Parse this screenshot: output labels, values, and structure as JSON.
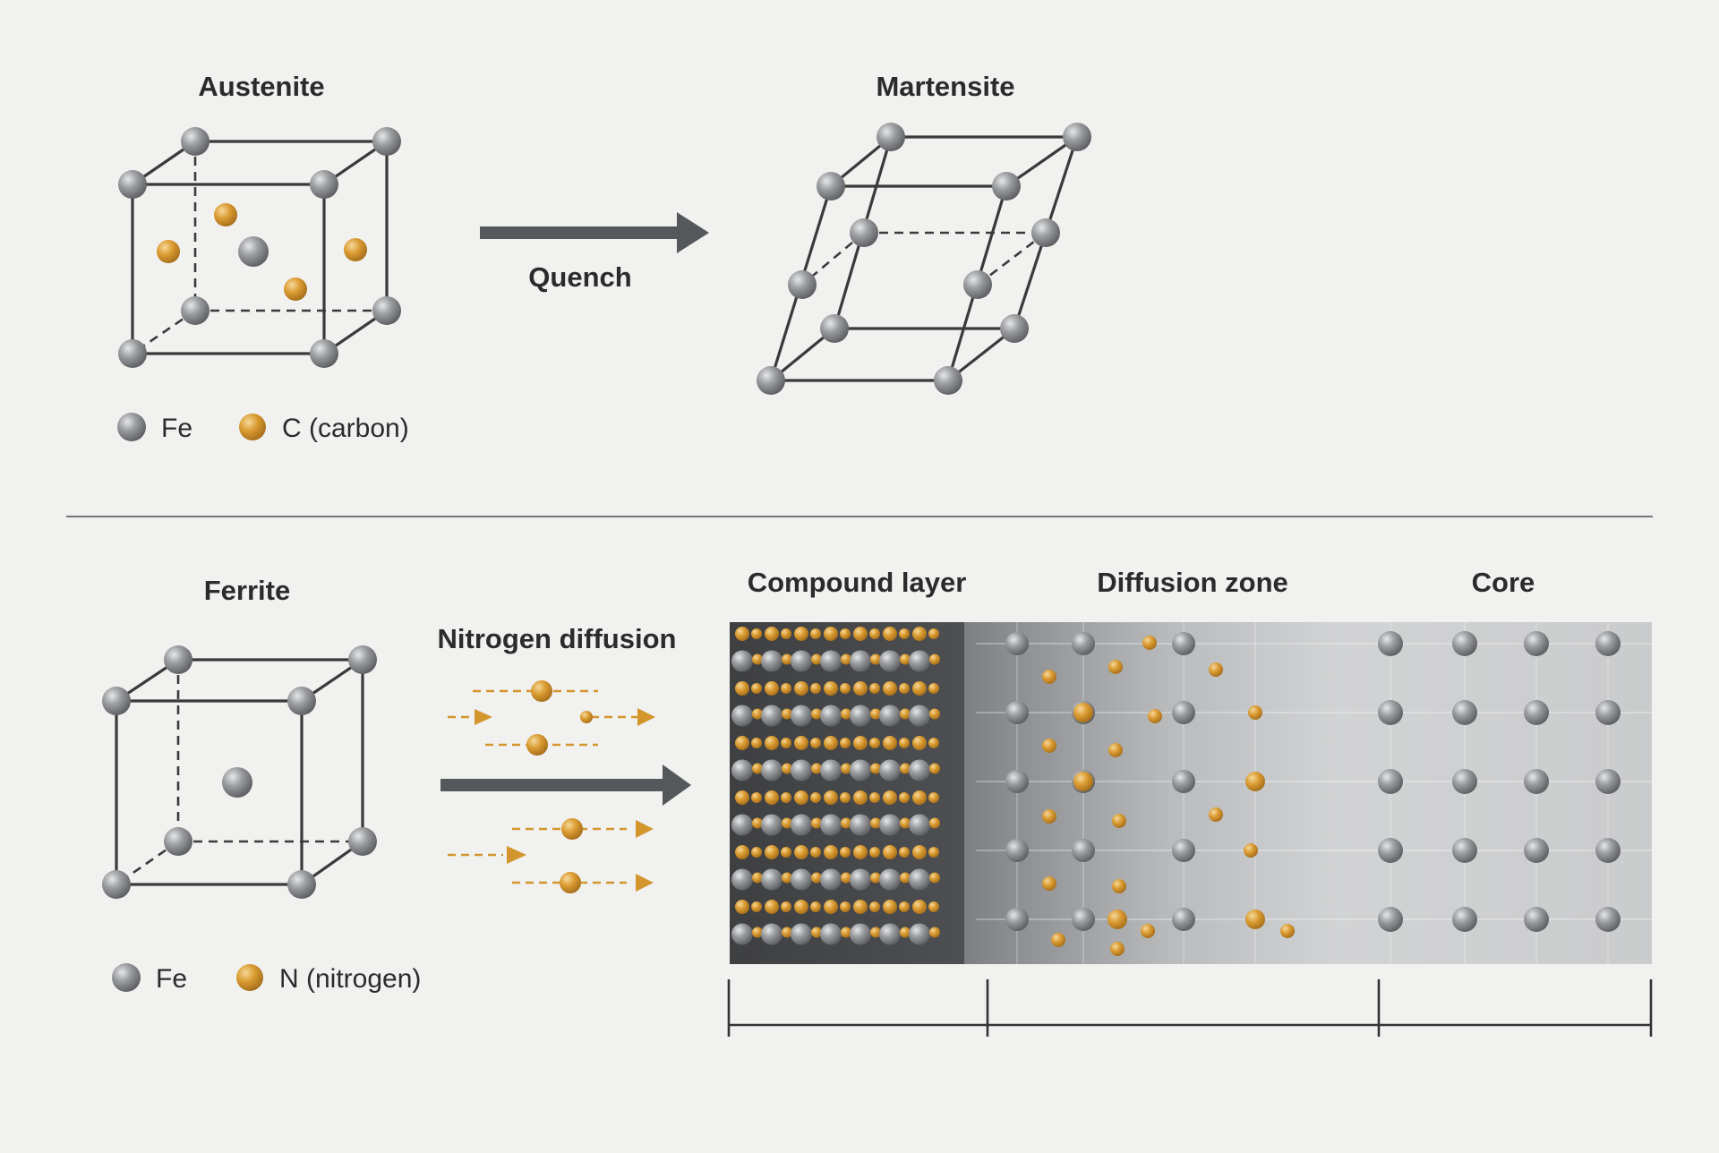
{
  "top": {
    "austenite_title": "Austenite",
    "quench_label": "Quench",
    "martensite_title": "Martensite",
    "legend": [
      {
        "symbol": "fe-atom",
        "label": "Fe"
      },
      {
        "symbol": "carbon-atom",
        "label": "C (carbon)"
      }
    ]
  },
  "bottom": {
    "ferrite_title": "Ferrite",
    "diffusion_label": "Nitrogen diffusion",
    "zones": [
      {
        "label": "Compound layer"
      },
      {
        "label": "Diffusion zone"
      },
      {
        "label": "Core"
      }
    ],
    "legend": [
      {
        "symbol": "fe-atom",
        "label": "Fe"
      },
      {
        "symbol": "nitrogen-atom",
        "label": "N (nitrogen)"
      }
    ]
  },
  "colors": {
    "fe_atom": "#8c8e91",
    "interstitial_atom": "#d3962d",
    "lines": "#3a3a3a",
    "process_arrow": "#55585b",
    "background": "#f1f1f0"
  }
}
